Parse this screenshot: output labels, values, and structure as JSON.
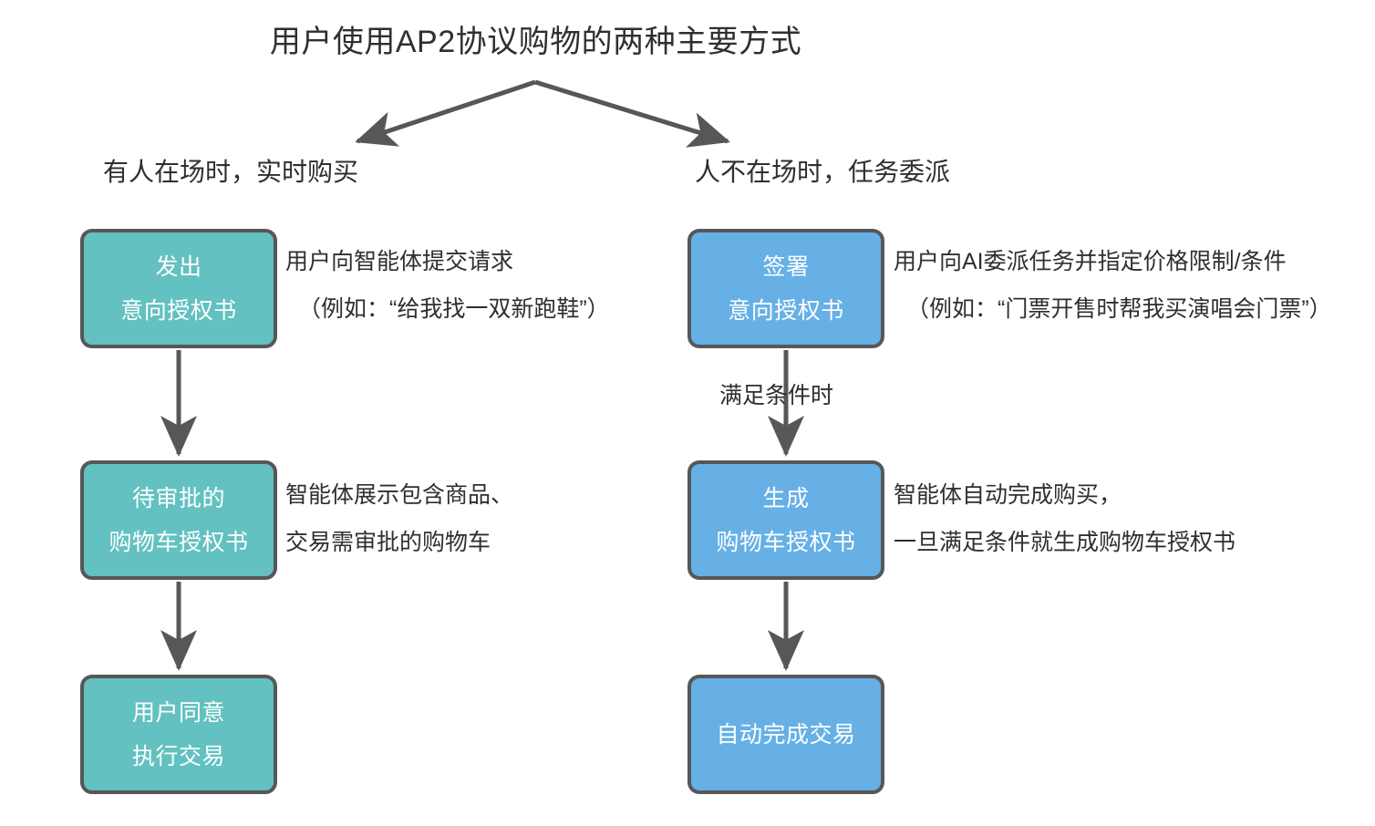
{
  "title": "用户使用AP2协议购物的两种主要方式",
  "colors": {
    "teal": "#63c1c1",
    "blue": "#66b0e6",
    "stroke": "#575757",
    "text": "#2f2f2f",
    "background": "#ffffff"
  },
  "branches": {
    "left": {
      "label": "有人在场时，实时购买",
      "nodes": [
        {
          "id": "left-node-1",
          "lines": [
            "发出",
            "意向授权书"
          ],
          "color": "teal",
          "description": [
            "用户向智能体提交请求",
            "（例如：“给我找一双新跑鞋”）"
          ]
        },
        {
          "id": "left-node-2",
          "lines": [
            "待审批的",
            "购物车授权书"
          ],
          "color": "teal",
          "description": [
            "智能体展示包含商品、",
            "交易需审批的购物车"
          ]
        },
        {
          "id": "left-node-3",
          "lines": [
            "用户同意",
            "执行交易"
          ],
          "color": "teal",
          "description": []
        }
      ],
      "edge_labels": []
    },
    "right": {
      "label": "人不在场时，任务委派",
      "nodes": [
        {
          "id": "right-node-1",
          "lines": [
            "签署",
            "意向授权书"
          ],
          "color": "blue",
          "description": [
            "用户向AI委派任务并指定价格限制/条件",
            "（例如：“门票开售时帮我买演唱会门票”）"
          ]
        },
        {
          "id": "right-node-2",
          "lines": [
            "生成",
            "购物车授权书"
          ],
          "color": "blue",
          "description": [
            "智能体自动完成购买，",
            "一旦满足条件就生成购物车授权书"
          ]
        },
        {
          "id": "right-node-3",
          "lines": [
            "自动完成交易"
          ],
          "color": "blue",
          "description": []
        }
      ],
      "edge_labels": [
        "满足条件时"
      ]
    }
  }
}
